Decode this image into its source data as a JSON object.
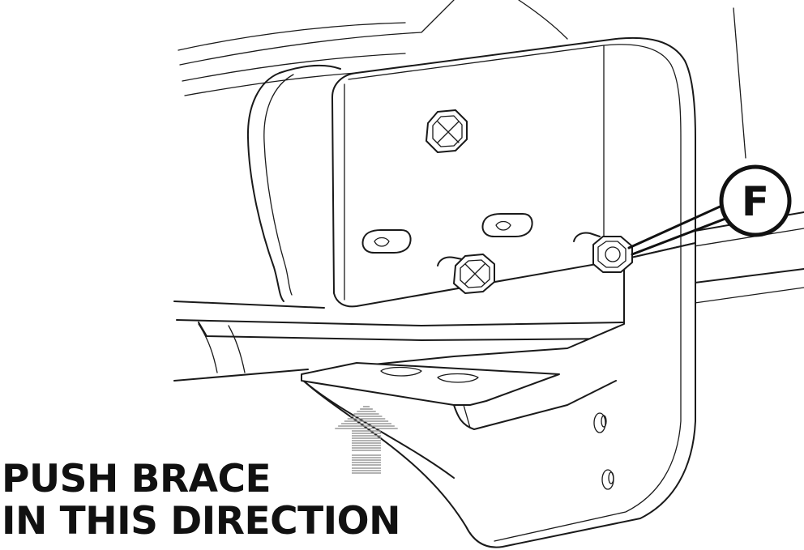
{
  "callout": {
    "letter": "F",
    "meaning": "nut-callout"
  },
  "instruction": {
    "line1": "PUSH BRACE",
    "line2": "IN THIS DIRECTION"
  },
  "arrow": {
    "direction": "up",
    "color": "#9a9a9a"
  },
  "colors": {
    "line": "#1a1a1a",
    "background": "#ffffff"
  }
}
